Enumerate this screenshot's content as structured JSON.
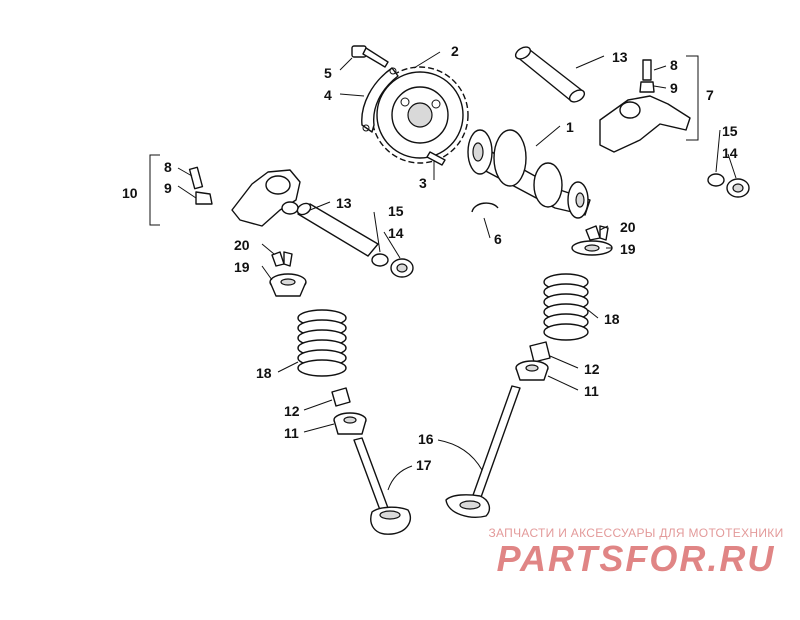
{
  "callouts": {
    "c1": "1",
    "c2": "2",
    "c3": "3",
    "c4": "4",
    "c5": "5",
    "c6": "6",
    "c7": "7",
    "c8a": "8",
    "c8b": "8",
    "c9a": "9",
    "c9b": "9",
    "c10": "10",
    "c11a": "11",
    "c11b": "11",
    "c12a": "12",
    "c12b": "12",
    "c13a": "13",
    "c13b": "13",
    "c14a": "14",
    "c14b": "14",
    "c15a": "15",
    "c15b": "15",
    "c16": "16",
    "c17": "17",
    "c18a": "18",
    "c18b": "18",
    "c19a": "19",
    "c19b": "19",
    "c20a": "20",
    "c20b": "20"
  },
  "watermark": {
    "tagline": "ЗАПЧАСТИ И АКСЕССУАРЫ ДЛЯ МОТОТЕХНИКИ",
    "logo": "PARTSFOR.RU",
    "color": "#e08585"
  }
}
